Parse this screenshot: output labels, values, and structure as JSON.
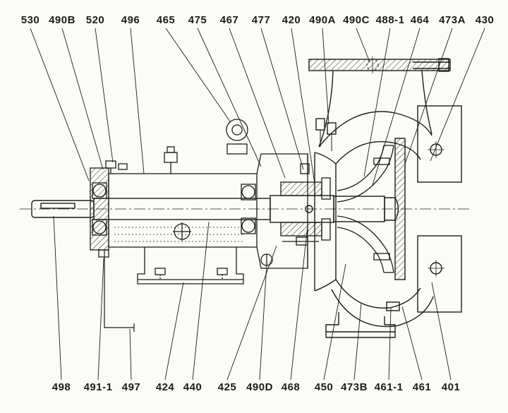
{
  "diagram": {
    "kind": "pump-sectional-drawing",
    "line_color": "#1c1c1c",
    "background": "#fbfbf8",
    "callouts_top": [
      "530",
      "490B",
      "520",
      "496",
      "465",
      "475",
      "467",
      "477",
      "420",
      "490A",
      "490C",
      "488-1",
      "464",
      "473A",
      "430"
    ],
    "callouts_bottom": [
      "498",
      "491-1",
      "497",
      "424",
      "440",
      "425",
      "490D",
      "468",
      "450",
      "473B",
      "461-1",
      "461",
      "401"
    ]
  }
}
